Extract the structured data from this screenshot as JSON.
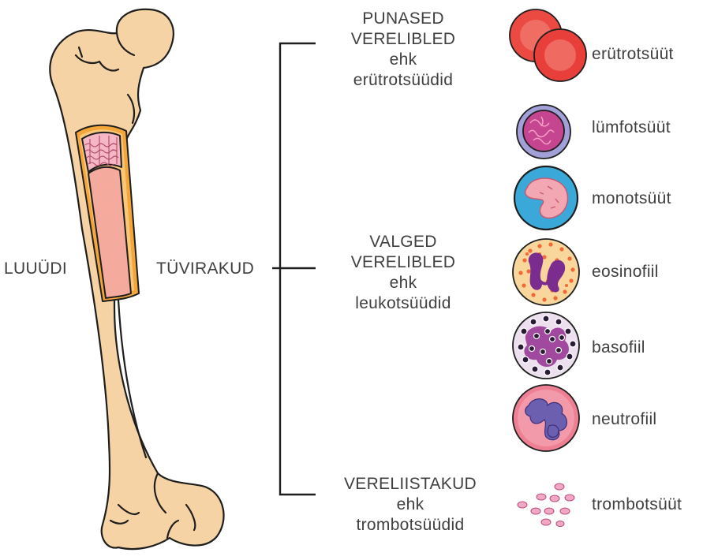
{
  "left_labels": {
    "marrow": "LUUÜDI",
    "stem_cells": "TÜVIRAKUD"
  },
  "groups": [
    {
      "lines": [
        "PUNASED",
        "VERELIBLED",
        "ehk",
        "erütrotsüüdid"
      ]
    },
    {
      "lines": [
        "VALGED",
        "VERELIBLED",
        "ehk",
        "leukotsüüdid"
      ]
    },
    {
      "lines": [
        "VERELIISTAKUD",
        "ehk",
        "trombotsüüdid"
      ]
    }
  ],
  "cells": [
    {
      "icon": "erythrocyte-icon",
      "label": "erütrotsüüt"
    },
    {
      "icon": "lymphocyte-icon",
      "label": "lümfotsüüt"
    },
    {
      "icon": "monocyte-icon",
      "label": "monotsüüt"
    },
    {
      "icon": "eosinophil-icon",
      "label": "eosinofiil"
    },
    {
      "icon": "basophil-icon",
      "label": "basofiil"
    },
    {
      "icon": "neutrophil-icon",
      "label": "neutrofiil"
    },
    {
      "icon": "thrombocyte-icon",
      "label": "trombotsüüt"
    }
  ],
  "colors": {
    "bone": "#f6d3a4",
    "bone_outline": "#1e1e1e",
    "marrow": "#f4aa9c",
    "cortex": "#f4a63a",
    "spongy": "#f5b7c4"
  }
}
